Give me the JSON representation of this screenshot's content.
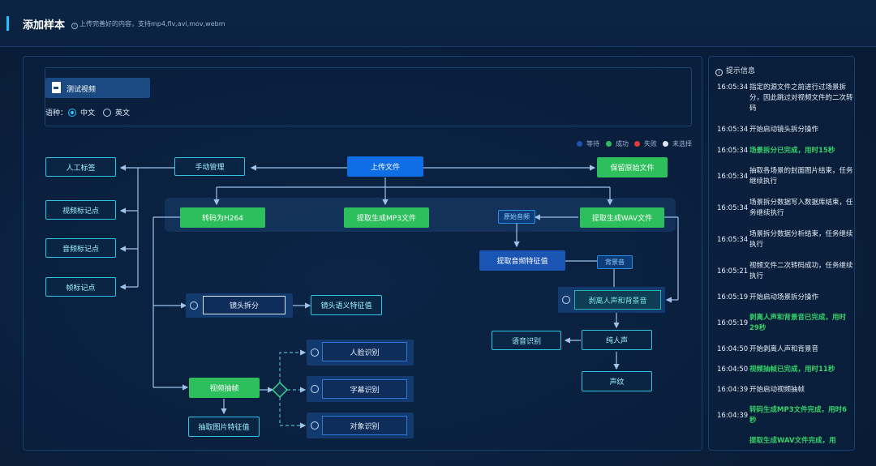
{
  "header": {
    "title": "添加样本",
    "hint": "上传完善好的内容，支持mp4,flv,avi,mov,webm"
  },
  "sample": {
    "video_label": "测试视频",
    "lang_label": "语种：",
    "lang_options": [
      "中文",
      "英文"
    ],
    "lang_selected": "中文"
  },
  "legend": [
    {
      "label": "等待",
      "color": "#1a55b4"
    },
    {
      "label": "成功",
      "color": "#2cbf5b"
    },
    {
      "label": "失败",
      "color": "#e53935"
    },
    {
      "label": "未选择",
      "color": "#dfe6ef"
    }
  ],
  "flow": {
    "upload": "上传文件",
    "manual": "手动管理",
    "keep_original": "保留原始文件",
    "human_tag": "人工标签",
    "video_mark": "视频标记点",
    "audio_mark": "音频标记点",
    "frame_mark": "帧标记点",
    "transcode": "转码为H264",
    "mp3": "提取生成MP3文件",
    "wav": "提取生成WAV文件",
    "original_audio": "原始音频",
    "audio_feature": "提取音频特征值",
    "bg_sound": "背景音",
    "shot_split": "镜头拆分",
    "shot_semantic": "镜头语义特征值",
    "separate": "剥离人声和背景音",
    "speech_recog": "语音识别",
    "pure_voice": "纯人声",
    "voiceprint": "声纹",
    "frame_extract": "视频抽帧",
    "image_feature": "抽取图片特征值",
    "face": "人脸识别",
    "subtitle": "字幕识别",
    "object": "对象识别"
  },
  "side": {
    "title": "提示信息",
    "logs": [
      {
        "time": "16:05:34",
        "msg": "指定的源文件之前进行过场景拆分，因此跳过对视频文件的二次转码",
        "ok": false
      },
      {
        "time": "16:05:34",
        "msg": "开始启动镜头拆分操作",
        "ok": false
      },
      {
        "time": "16:05:34",
        "msg": "场景拆分已完成，用时15秒",
        "ok": true
      },
      {
        "time": "16:05:34",
        "msg": "抽取各场景的封面图片结束，任务继续执行",
        "ok": false
      },
      {
        "time": "16:05:34",
        "msg": "场景拆分数据写入数据库结束，任务继续执行",
        "ok": false
      },
      {
        "time": "16:05:34",
        "msg": "场景拆分数据分析结束，任务继续执行",
        "ok": false
      },
      {
        "time": "16:05:21",
        "msg": "视频文件二次转码成功，任务继续执行",
        "ok": false
      },
      {
        "time": "16:05:19",
        "msg": "开始启动场景拆分操作",
        "ok": false
      },
      {
        "time": "16:05:19",
        "msg": "剥离人声和背景音已完成，用时29秒",
        "ok": true
      },
      {
        "time": "16:04:50",
        "msg": "开始剥离人声和背景音",
        "ok": false
      },
      {
        "time": "16:04:50",
        "msg": "视频抽帧已完成，用时11秒",
        "ok": true
      },
      {
        "time": "16:04:39",
        "msg": "开始启动视频抽帧",
        "ok": false
      },
      {
        "time": "16:04:39",
        "msg": "转码生成MP3文件完成，用时6秒",
        "ok": true
      },
      {
        "time": "",
        "msg": "提取生成WAV文件完成，用",
        "ok": true
      }
    ]
  }
}
